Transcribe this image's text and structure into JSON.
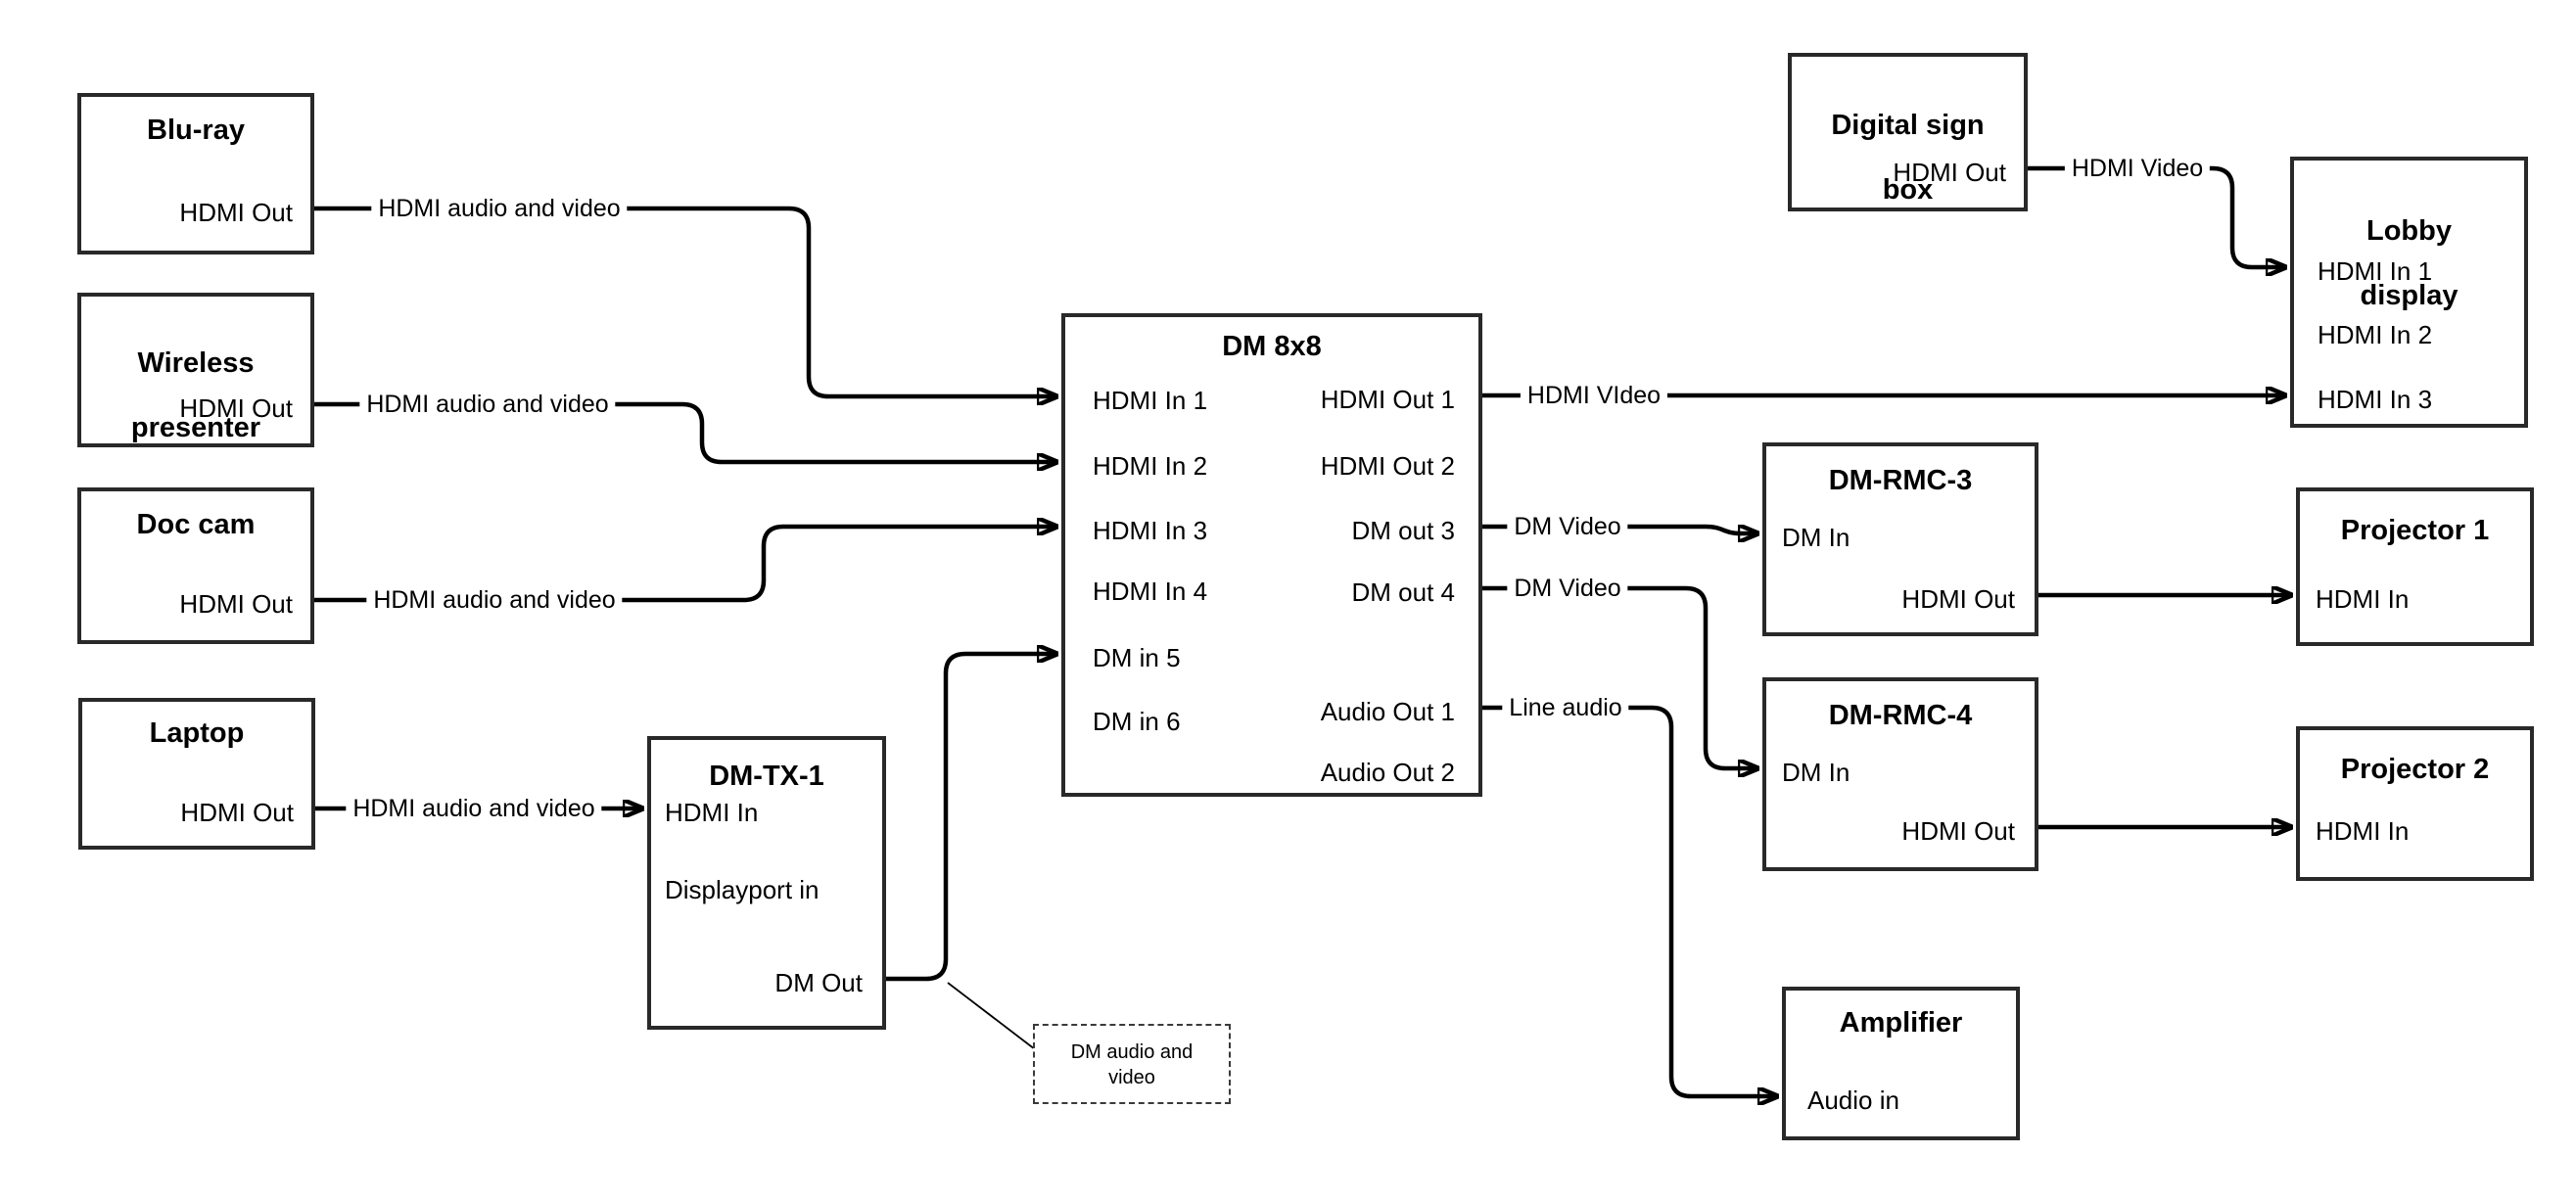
{
  "diagram": {
    "colors": {
      "line": "#000000",
      "border": "#292929",
      "text": "#000000",
      "background": "#ffffff"
    },
    "nodes": {
      "bluray": {
        "title": "Blu-ray",
        "port_hdmi_out": "HDMI Out"
      },
      "wireless": {
        "title_line1": "Wireless",
        "title_line2": "presenter",
        "port_hdmi_out": "HDMI Out"
      },
      "doccam": {
        "title": "Doc cam",
        "port_hdmi_out": "HDMI Out"
      },
      "laptop": {
        "title": "Laptop",
        "port_hdmi_out": "HDMI Out"
      },
      "dmtx1": {
        "title": "DM-TX-1",
        "port_hdmi_in": "HDMI In",
        "port_displayport_in": "Displayport in",
        "port_dm_out": "DM Out"
      },
      "dm8x8": {
        "title": "DM 8x8",
        "inputs": [
          "HDMI In 1",
          "HDMI In 2",
          "HDMI In 3",
          "HDMI In 4",
          "DM in 5",
          "DM in 6"
        ],
        "outputs": [
          "HDMI Out 1",
          "HDMI Out 2",
          "DM out 3",
          "DM out 4",
          "Audio Out 1",
          "Audio Out 2"
        ]
      },
      "digsign": {
        "title_line1": "Digital sign",
        "title_line2": "box",
        "port_hdmi_out": "HDMI Out"
      },
      "lobby": {
        "title_line1": "Lobby",
        "title_line2": "display",
        "ports": [
          "HDMI In 1",
          "HDMI In 2",
          "HDMI In 3"
        ]
      },
      "rmc3": {
        "title": "DM-RMC-3",
        "port_dm_in": "DM In",
        "port_hdmi_out": "HDMI Out"
      },
      "proj1": {
        "title": "Projector 1",
        "port_hdmi_in": "HDMI In"
      },
      "rmc4": {
        "title": "DM-RMC-4",
        "port_dm_in": "DM In",
        "port_hdmi_out": "HDMI Out"
      },
      "proj2": {
        "title": "Projector 2",
        "port_hdmi_in": "HDMI In"
      },
      "amp": {
        "title": "Amplifier",
        "port_audio_in": "Audio in"
      }
    },
    "labels": {
      "hdmi_av": "HDMI audio and video",
      "hdmi_video_caps": "HDMI VIdeo",
      "hdmi_video": "HDMI Video",
      "dm_video": "DM Video",
      "line_audio": "Line audio"
    },
    "note": {
      "line1": "DM audio and",
      "line2": "video"
    },
    "edges": [
      {
        "from": "Blu-ray HDMI Out",
        "to": "DM 8x8 HDMI In 1",
        "label": "HDMI audio and video"
      },
      {
        "from": "Wireless presenter HDMI Out",
        "to": "DM 8x8 HDMI In 2",
        "label": "HDMI audio and video"
      },
      {
        "from": "Doc cam HDMI Out",
        "to": "DM 8x8 HDMI In 3",
        "label": "HDMI audio and video"
      },
      {
        "from": "Laptop HDMI Out",
        "to": "DM-TX-1 HDMI In",
        "label": "HDMI audio and video"
      },
      {
        "from": "DM-TX-1 DM Out",
        "to": "DM 8x8 DM in 5",
        "label": "DM audio and video"
      },
      {
        "from": "DM 8x8 HDMI Out 1",
        "to": "Lobby display HDMI In 3",
        "label": "HDMI VIdeo"
      },
      {
        "from": "Digital sign box HDMI Out",
        "to": "Lobby display HDMI In 1",
        "label": "HDMI Video"
      },
      {
        "from": "DM 8x8 DM out 3",
        "to": "DM-RMC-3 DM In",
        "label": "DM Video"
      },
      {
        "from": "DM 8x8 DM out 4",
        "to": "DM-RMC-4 DM In",
        "label": "DM Video"
      },
      {
        "from": "DM 8x8 Audio Out 1",
        "to": "Amplifier Audio in",
        "label": "Line audio"
      },
      {
        "from": "DM-RMC-3 HDMI Out",
        "to": "Projector 1 HDMI In",
        "label": ""
      },
      {
        "from": "DM-RMC-4 HDMI Out",
        "to": "Projector 2 HDMI In",
        "label": ""
      }
    ]
  }
}
